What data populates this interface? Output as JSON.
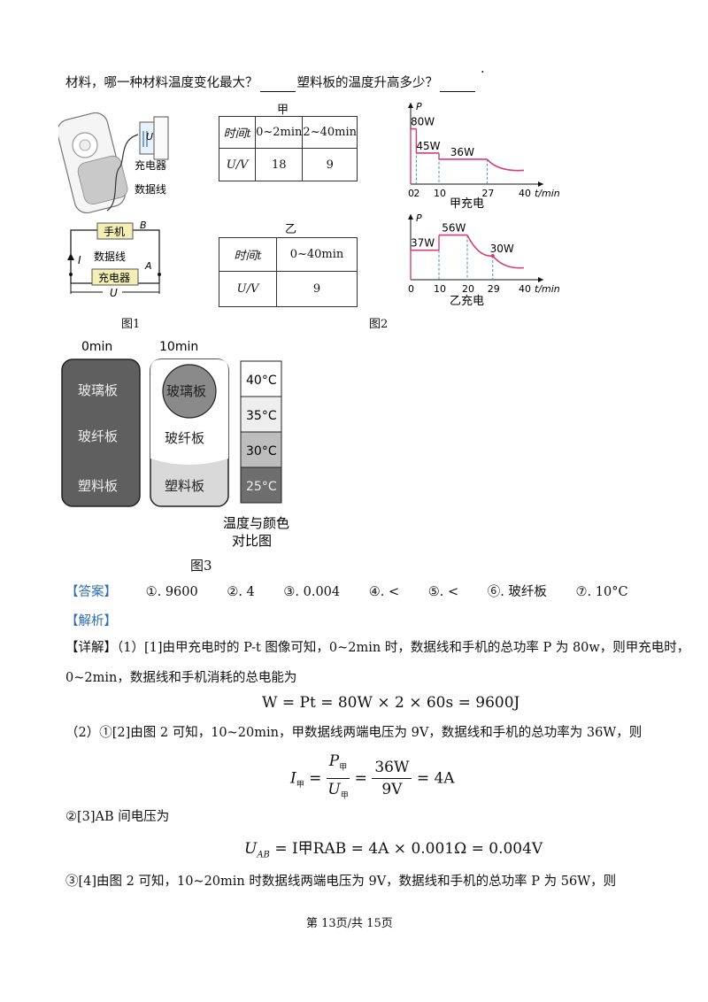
{
  "top": {
    "q_text_a": "材料，哪一种材料温度变化最大？",
    "q_text_b": "塑料板的温度升高多少？",
    "dot": "·"
  },
  "fig1": {
    "charger_label": "充电器",
    "cable_label": "数据线",
    "u_label": "U",
    "phone_box": "手机",
    "cable_mid": "数据线",
    "charger_box": "充电器",
    "b_label": "B",
    "a_label": "A",
    "i_label": "I",
    "u_bottom": "U",
    "caption": "图1"
  },
  "table_jia": {
    "title": "甲",
    "row1": [
      "时间t",
      "0~2min",
      "2~40min"
    ],
    "row2": [
      "U/V",
      "18",
      "9"
    ]
  },
  "table_yi": {
    "title": "乙",
    "row1": [
      "时间t",
      "0~40min"
    ],
    "row2": [
      "U/V",
      "9"
    ]
  },
  "chart_data": [
    {
      "type": "line",
      "title": "甲充电",
      "ylabel": "P",
      "xlabel": "t/min",
      "x_ticks": [
        "0",
        "2",
        "10",
        "27",
        "40"
      ],
      "segments": [
        {
          "label": "80W",
          "t_start": 0,
          "t_end": 2,
          "P": 80
        },
        {
          "label": "45W",
          "t_start": 2,
          "t_end": 10,
          "P": 45
        },
        {
          "label": "36W",
          "t_start": 10,
          "t_end": 27,
          "P": 36
        }
      ]
    },
    {
      "type": "line",
      "title": "乙充电",
      "ylabel": "P",
      "xlabel": "t/min",
      "x_ticks": [
        "0",
        "10",
        "20",
        "29",
        "40"
      ],
      "segments": [
        {
          "label": "37W",
          "t_start": 0,
          "t_end": 10,
          "P": 37
        },
        {
          "label": "56W",
          "t_start": 10,
          "t_end": 20,
          "P": 56
        },
        {
          "label": "30W",
          "t_start": 29,
          "t_end": 29,
          "P": 30
        }
      ]
    }
  ],
  "fig2_caption": "图2",
  "fig3": {
    "t0": "0min",
    "t10": "10min",
    "glass": "玻璃板",
    "fiber": "玻纤板",
    "plastic": "塑料板",
    "scale": [
      "40°C",
      "35°C",
      "30°C",
      "25°C"
    ],
    "scale_caption_1": "温度与颜色",
    "scale_caption_2": "对比图",
    "caption": "图3"
  },
  "answer": {
    "tag": "【答案】",
    "items": [
      "①. 9600",
      "②. 4",
      "③. 0.004",
      "④. <",
      "⑤. <",
      "⑥. 玻纤板",
      "⑦. 10°C"
    ]
  },
  "analysis_tag": "【解析】",
  "detail": {
    "tag": "【详解】",
    "p1_a": "（1）[1]由甲充电时的 P-t 图像可知，0~2min 时，数据线和手机的总功率 P 为 80w，则甲充电时，",
    "p1_b": "0~2min，数据线和手机消耗的总电能为",
    "eq1": "W = Pt = 80W × 2 × 60s = 9600J",
    "p2": "（2）①[2]由图 2 可知，10~20min，甲数据线两端电压为 9V，数据线和手机的总功率为 36W，则",
    "eq2_lhs": "I",
    "eq2_sub": "甲",
    "eq2_num": "P",
    "eq2_den": "U",
    "eq2_num2": "36W",
    "eq2_den2": "9V",
    "eq2_res": "= 4A",
    "p3": "②[3]AB 间电压为",
    "eq3": "U",
    "eq3_rest": "= I甲RAB = 4A × 0.001Ω = 0.004V",
    "p4": "③[4]由图 2 可知，10~20min 时数据线两端电压为 9V，数据线和手机的总功率 P 为 56W，则"
  },
  "footer": "第 13页/共 15页"
}
